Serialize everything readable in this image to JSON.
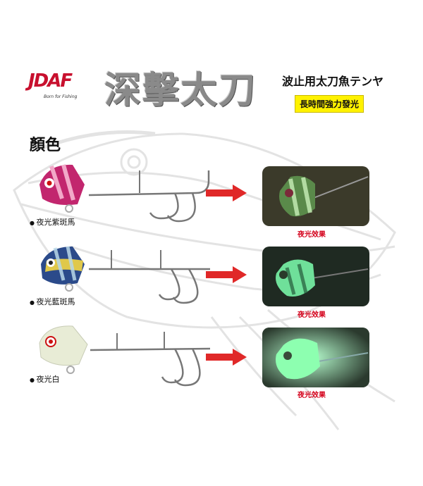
{
  "brand": {
    "logo_text": "JDAF",
    "tagline": "Born for Fishing"
  },
  "header": {
    "title": "深擊太刀",
    "subtitle": "波止用太刀魚テンヤ",
    "badge": "長時間強力發光"
  },
  "section": {
    "heading": "顏色"
  },
  "variants": [
    {
      "name": "夜光紫斑馬",
      "effect_label": "夜光效果",
      "head_color": "#c2266e",
      "stripe_color": "#f2a8c8"
    },
    {
      "name": "夜光藍斑馬",
      "effect_label": "夜光效果",
      "head_color": "#2b4a8a",
      "stripe_color": "#b8d8e8"
    },
    {
      "name": "夜光白",
      "effect_label": "夜光效果",
      "head_color": "#e8ecd6",
      "stripe_color": "#e8ecd6"
    }
  ],
  "colors": {
    "arrow": "#e02828",
    "effect_text": "#d4001a",
    "glow": "#7dffa8",
    "badge_bg": "#fff200"
  }
}
